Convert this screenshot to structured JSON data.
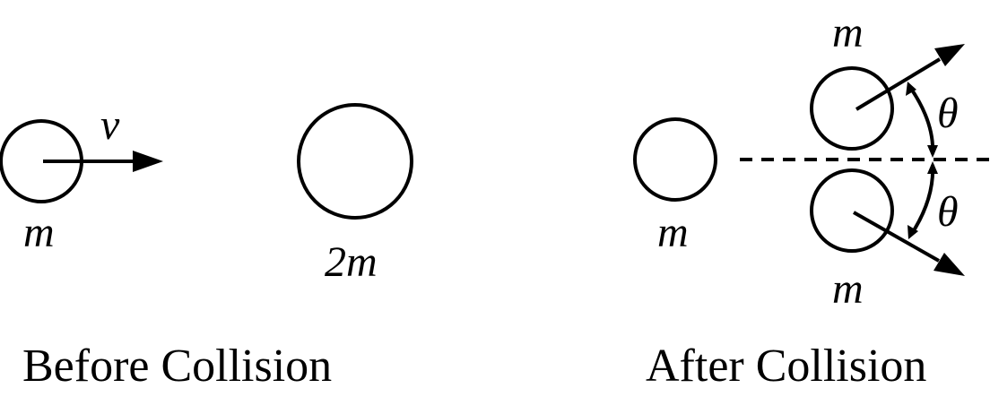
{
  "before": {
    "velocity_label": "v",
    "mass_small_label": "m",
    "mass_large_label": "2m",
    "caption": "Before Collision"
  },
  "after": {
    "original_mass_label": "m",
    "top_fragment_label": "m",
    "bottom_fragment_label": "m",
    "top_angle_label": "θ",
    "bottom_angle_label": "θ",
    "caption": "After Collision"
  }
}
